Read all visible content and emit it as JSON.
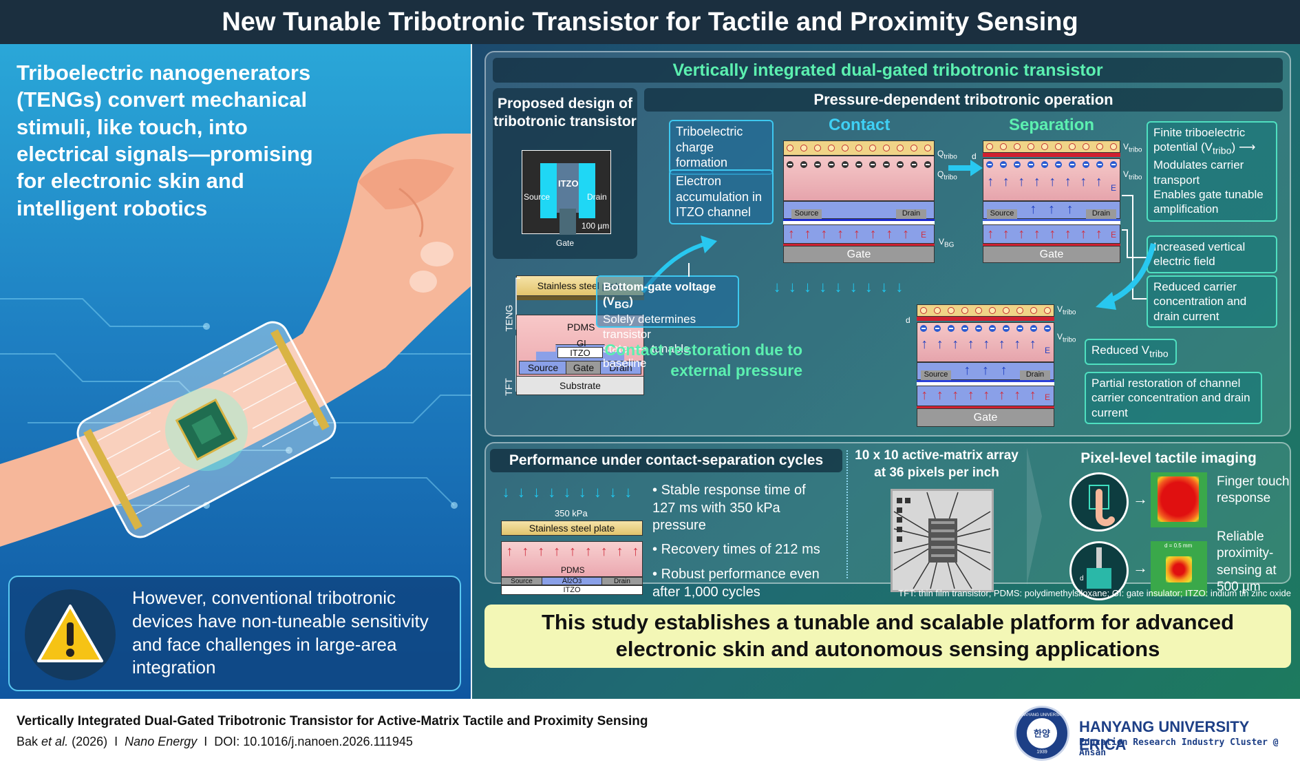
{
  "header": {
    "title": "New Tunable Tribotronic Transistor for Tactile and Proximity Sensing"
  },
  "intro": {
    "text": "Triboelectric nanogenerators (TENGs) convert mechanical stimuli, like touch, into electrical signals—promising for electronic skin and intelligent robotics"
  },
  "warning": {
    "text": "However, conventional tribotronic devices have non-tuneable sensitivity and face challenges in large-area integration"
  },
  "section_top": {
    "title": "Vertically integrated dual-gated tribotronic transistor"
  },
  "design": {
    "title": "Proposed design of tribotronic transistor",
    "itzo": "ITZO",
    "source": "Source",
    "drain": "Drain",
    "scale": "100 µm",
    "gate": "Gate"
  },
  "stack": {
    "steel": "Stainless steel plate",
    "teng": "TENG",
    "tft": "TFT",
    "pdms": "PDMS",
    "gi": "GI",
    "itzo": "ITZO",
    "source": "Source",
    "gate": "Gate",
    "drain": "Drain",
    "substrate": "Substrate"
  },
  "operation": {
    "title": "Pressure-dependent tribotronic operation",
    "contact": "Contact",
    "separation": "Separation",
    "tribo_charge": "Triboelectric charge formation",
    "electron_acc": "Electron accumulation in ITZO channel",
    "q_tribo": "Q",
    "q_sub": "tribo",
    "v_bg": "V",
    "v_bg_sub": "BG",
    "v_tribo": "V",
    "v_tribo_sub": "tribo",
    "d": "d",
    "e": "E",
    "source": "Source",
    "drain": "Drain",
    "gate": "Gate",
    "bg_title": "Bottom-gate voltage (V",
    "bg_title_sub": "BG",
    "bg_title_end": ")",
    "bg_body1": "Solely determines transistor",
    "bg_body2a": "state",
    "bg_body2b": "tunable baseline",
    "restore": "Contact restoration due to external pressure",
    "finite_a": "Finite triboelectric potential (V",
    "finite_sub": "tribo",
    "finite_b": ")",
    "modulates": "Modulates carrier transport",
    "enables": "Enables gate tunable amplification",
    "increased": "Increased vertical electric field",
    "reduced": "Reduced carrier concentration and drain current",
    "reduced_v": "Reduced V",
    "reduced_v_sub": "tribo",
    "partial": "Partial restoration of channel carrier concentration and drain current"
  },
  "performance": {
    "title": "Performance under contact-separation cycles",
    "pressure": "350 kPa",
    "steel": "Stainless steel plate",
    "pdms": "PDMS",
    "al2o3": "Al",
    "al_sub1": "2",
    "al_o": "O",
    "al_sub2": "3",
    "source": "Source",
    "drain": "Drain",
    "itzo": "ITZO",
    "bullets": [
      "Stable response time of 127 ms with 350 kPa pressure",
      "Recovery times of 212 ms",
      "Robust performance even after 1,000 cycles"
    ]
  },
  "array": {
    "title1": "10 x 10 active-matrix array",
    "title2": "at 36 pixels per inch"
  },
  "imaging": {
    "title": "Pixel-level tactile imaging",
    "finger": "Finger touch response",
    "proximity": "Reliable proximity-sensing at 500 µm",
    "dlabel": "d = 0.5 mm",
    "d": "d"
  },
  "abbrev": "TFT: thin film transistor; PDMS: polydimethylsiloxane; GI: gate insulator; ITZO: indium tin zinc oxide",
  "conclusion": "This study establishes a tunable and scalable platform for advanced electronic skin and autonomous sensing applications",
  "footer": {
    "paper_title": "Vertically Integrated Dual-Gated Tribotronic Transistor for Active-Matrix Tactile and Proximity Sensing",
    "authors": "Bak",
    "etal": "et al.",
    "year": "(2026)",
    "sep": "I",
    "journal": "Nano Energy",
    "doi": "DOI: 10.1016/j.nanoen.2026.111945",
    "uni": "HANYANG UNIVERSITY ERICA",
    "uni_sub": "Education Research Industry Cluster @ Ansan",
    "seal_top": "HANYANG UNIVERSITY",
    "seal_center": "한양",
    "seal_year": "1939"
  },
  "colors": {
    "header": "#1b2f3f",
    "mint": "#5cf0b0",
    "conclusion_bg": "#f3f7b6"
  }
}
